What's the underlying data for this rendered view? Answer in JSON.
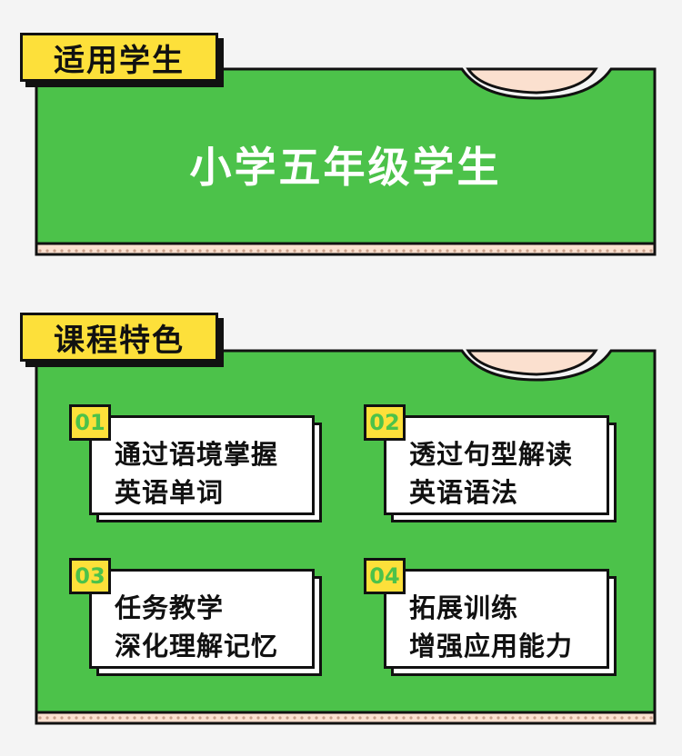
{
  "colors": {
    "green": "#4cc24a",
    "yellow": "#fde03a",
    "peach": "#fbe0cf",
    "ink": "#111111"
  },
  "section1": {
    "tag": "适用学生",
    "headline": "小学五年级学生"
  },
  "section2": {
    "tag": "课程特色",
    "cards": [
      {
        "num": "01",
        "line1": "通过语境掌握",
        "line2": "英语单词"
      },
      {
        "num": "02",
        "line1": "透过句型解读",
        "line2": "英语语法"
      },
      {
        "num": "03",
        "line1": "任务教学",
        "line2": "深化理解记忆"
      },
      {
        "num": "04",
        "line1": "拓展训练",
        "line2": "增强应用能力"
      }
    ]
  }
}
